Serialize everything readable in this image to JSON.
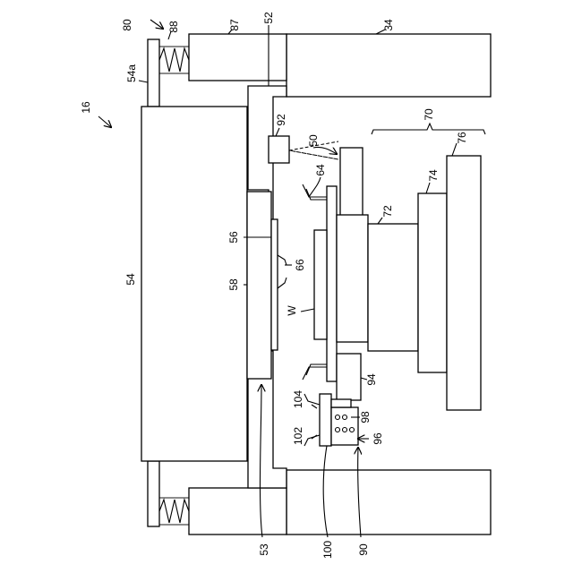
{
  "figure": {
    "labels": {
      "l80": "80",
      "l88": "88",
      "l87": "87",
      "l52": "52",
      "l34": "34",
      "l54a": "54a",
      "l16": "16",
      "l92": "92",
      "l70": "70",
      "l50": "50",
      "l76": "76",
      "l74": "74",
      "l64": "64",
      "l72": "72",
      "l56": "56",
      "l54": "54",
      "l66": "66",
      "l58": "58",
      "lW": "W",
      "l94": "94",
      "l104": "104",
      "l98": "98",
      "l102": "102",
      "l96": "96",
      "l53": "53",
      "l100": "100",
      "l90": "90"
    }
  }
}
